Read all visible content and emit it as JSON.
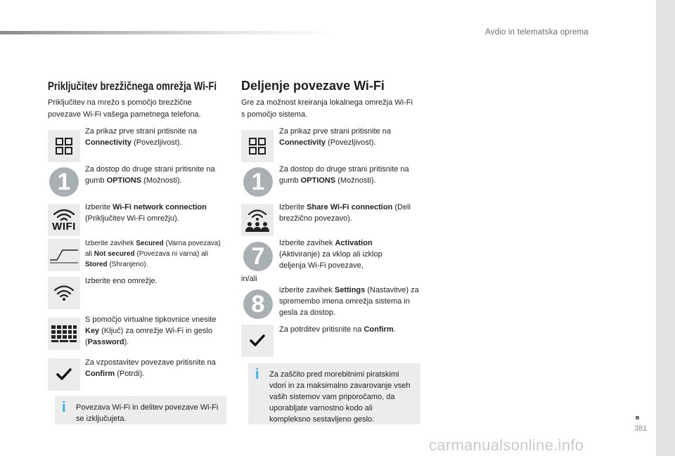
{
  "header": {
    "section": "Avdio in telematska oprema",
    "page_number": "381"
  },
  "watermark": "carmanualsonline.info",
  "left": {
    "title": "Priključitev brezžičnega omrežja Wi-Fi",
    "intro": "Priključitev na mrežo s pomočjo brezžične povezave Wi-Fi vašega pametnega telefona.",
    "steps": [
      {
        "icon": "connectivity-grid-icon",
        "pre": "Za prikaz prve strani pritisnite na ",
        "bold": "Connectivity",
        "post": " (Povezljivost)."
      },
      {
        "badge": "1",
        "pre": "Za dostop do druge strani pritisnite na gumb ",
        "bold": "OPTIONS",
        "post": " (Možnosti)."
      },
      {
        "icon": "wifi-icon",
        "icon_label": "WIFI",
        "pre": "Izberite ",
        "bold": "Wi-Fi network connection",
        "post": " (Priključitev Wi-Fi omrežju)."
      },
      {
        "icon": "tab-icon",
        "p1": "Izberite zavihek ",
        "b1": "Secured",
        "p2": " (Varna povezava) ali ",
        "b2": "Not secured",
        "p3": " (Povezava ni varna) ali ",
        "b3": "Stored",
        "p4": " (Shranjeno)."
      },
      {
        "icon": "wifi-signal-icon",
        "text": "Izberite eno omrežje."
      },
      {
        "icon": "keyboard-icon",
        "p1": "S pomočjo virtualne tipkovnice vnesite ",
        "b1": "Key",
        "p2": " (Ključ) za omrežje Wi-Fi in geslo (",
        "b2": "Password",
        "p3": ")."
      },
      {
        "icon": "checkmark-icon",
        "pre": "Za vzpostavitev povezave pritisnite na ",
        "bold": "Confirm",
        "post": " (Potrdi)."
      }
    ],
    "note": "Povezava Wi-Fi in delitev povezave Wi-Fi se izključujeta."
  },
  "right": {
    "title": "Deljenje povezave Wi-Fi",
    "intro": "Gre za možnost kreiranja lokalnega omrežja Wi-Fi s pomočjo sistema.",
    "steps": [
      {
        "icon": "connectivity-grid-icon",
        "pre": "Za prikaz prve strani pritisnite na ",
        "bold": "Connectivity",
        "post": " (Povezljivost)."
      },
      {
        "badge": "1",
        "pre": "Za dostop do druge strani pritisnite na gumb ",
        "bold": "OPTIONS",
        "post": " (Možnosti)."
      },
      {
        "icon": "share-wifi-icon",
        "pre": "Izberite ",
        "bold": "Share Wi-Fi connection",
        "post": " (Deli brezžično povezavo)."
      },
      {
        "badge": "7",
        "pre": "Izberite zavihek ",
        "bold": "Activation",
        "post": " (Aktiviranje) za vklop ali izklop deljenja Wi-Fi povezave,"
      },
      {
        "badge": "8",
        "pre": "izberite zavihek ",
        "bold": "Settings",
        "post": " (Nastavitve) za spremembo imena omrežja sistema in gesla za dostop."
      },
      {
        "icon": "checkmark-icon",
        "pre": "Za potrditev pritisnite na ",
        "bold": "Confirm",
        "post": "."
      }
    ],
    "or_label": "in/ali",
    "note": "Za zaščito pred morebitnimi piratskimi vdori in za maksimalno zavarovanje vseh vaših sistemov vam priporočamo, da uporabljate varnostno kodo ali kompleksno sestavljeno geslo."
  },
  "colors": {
    "badge": "#a8b0b3",
    "icon_bg": "#ebebeb",
    "note_bg": "#ececec",
    "info_icon": "#29aee6"
  }
}
